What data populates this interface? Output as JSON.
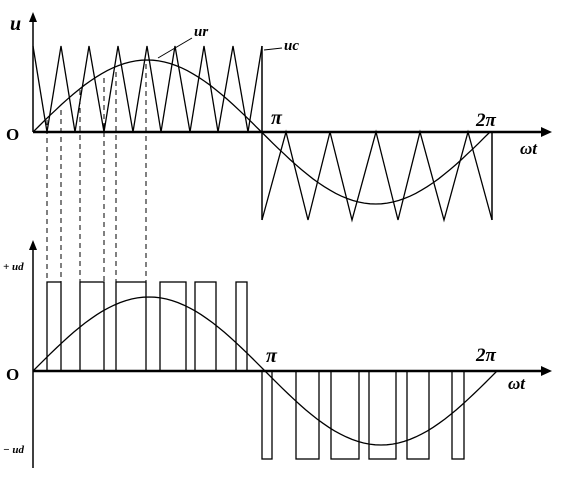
{
  "figure": {
    "top_plot": {
      "y_axis_label": "u",
      "origin_label": "O",
      "x_axis_label": "ωt",
      "pi_label": "π",
      "two_pi_label": "2π",
      "sine_label": "ur",
      "carrier_label": "uc"
    },
    "bottom_plot": {
      "origin_label": "O",
      "x_axis_label": "ωt",
      "pi_label": "π",
      "two_pi_label": "2π",
      "plus_ud_label": "+ ud",
      "minus_ud_label": "− ud"
    },
    "colors": {
      "line": "#000000",
      "background": "#ffffff"
    }
  }
}
